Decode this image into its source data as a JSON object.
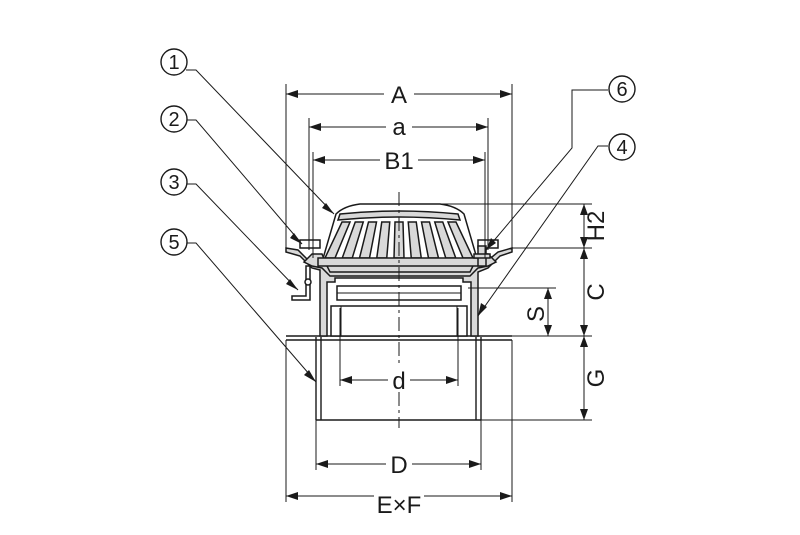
{
  "callouts": [
    "1",
    "2",
    "3",
    "4",
    "5",
    "6"
  ],
  "dimensions": {
    "A": "A",
    "a": "a",
    "B1": "B1",
    "d": "d",
    "D": "D",
    "ExF": "E×F",
    "H2": "H2",
    "C": "C",
    "S": "S",
    "G": "G"
  }
}
